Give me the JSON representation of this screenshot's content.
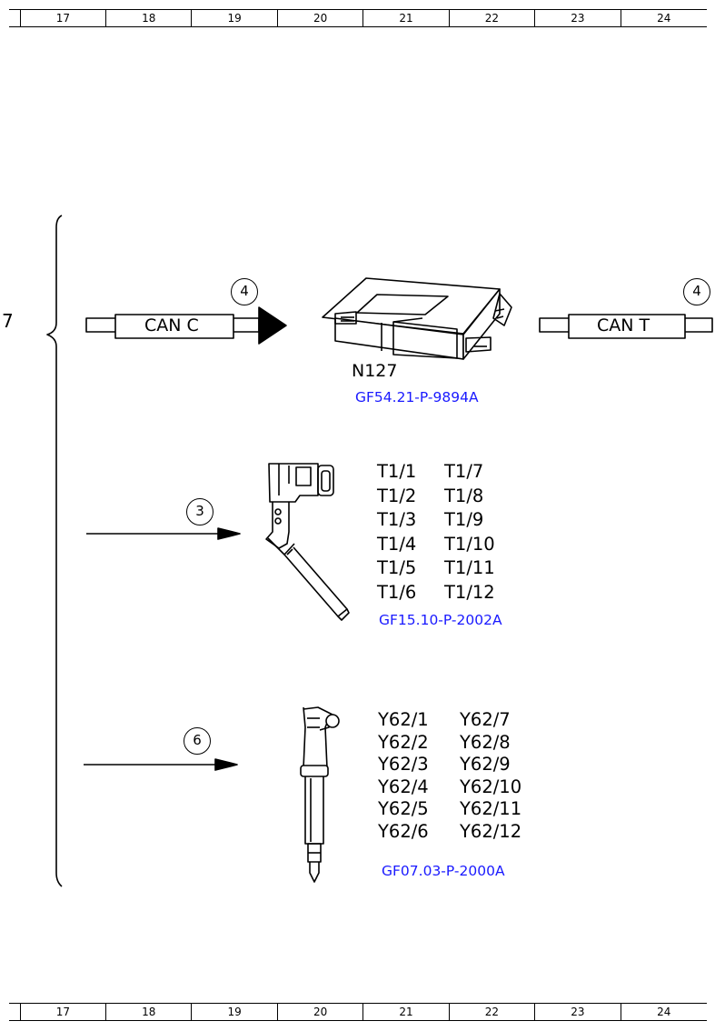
{
  "ruler": {
    "columns": [
      "17",
      "18",
      "19",
      "20",
      "21",
      "22",
      "23",
      "24"
    ]
  },
  "edge_glyph": "7",
  "row1": {
    "left_bus": {
      "label": "CAN C",
      "circle": "4"
    },
    "right_bus": {
      "label": "CAN T",
      "circle": "4"
    },
    "component": {
      "id": "N127",
      "ref": "GF54.21-P-9894A"
    }
  },
  "row2": {
    "circle": "3",
    "col1": [
      "T1/1",
      "T1/2",
      "T1/3",
      "T1/4",
      "T1/5",
      "T1/6"
    ],
    "col2": [
      "T1/7",
      "T1/8",
      "T1/9",
      "T1/10",
      "T1/11",
      "T1/12"
    ],
    "ref": "GF15.10-P-2002A"
  },
  "row3": {
    "circle": "6",
    "col1": [
      "Y62/1",
      "Y62/2",
      "Y62/3",
      "Y62/4",
      "Y62/5",
      "Y62/6"
    ],
    "col2": [
      "Y62/7",
      "Y62/8",
      "Y62/9",
      "Y62/10",
      "Y62/11",
      "Y62/12"
    ],
    "ref": "GF07.03-P-2000A"
  }
}
